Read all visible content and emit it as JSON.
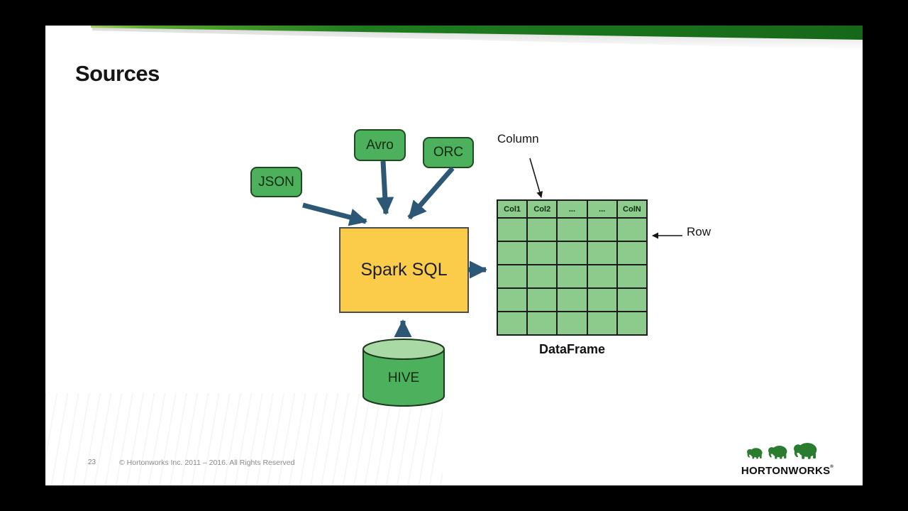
{
  "slide": {
    "title": "Sources"
  },
  "diagram": {
    "sources": [
      {
        "label": "JSON"
      },
      {
        "label": "Avro"
      },
      {
        "label": "ORC"
      }
    ],
    "processor": {
      "label": "Spark SQL"
    },
    "database": {
      "label": "HIVE",
      "shape": "cylinder"
    },
    "dataframe": {
      "label": "DataFrame",
      "columns": [
        "Col1",
        "Col2",
        "...",
        "...",
        "ColN"
      ],
      "data_rows": 5
    },
    "annotations": {
      "column_label": "Column",
      "row_label": "Row"
    }
  },
  "footer": {
    "page_number": "23",
    "copyright": "© Hortonworks Inc. 2011 – 2016. All Rights Reserved"
  },
  "logo": {
    "brand": "HORTONWORKS",
    "registered": "®",
    "icon": "three-elephants-icon"
  },
  "colors": {
    "green_box": "#4cb05c",
    "table_green": "#8dcb8c",
    "spark_yellow": "#fbcb4a",
    "arrow_blue": "#2c5876",
    "swoosh_dark": "#1e7c1f",
    "swoosh_light": "#8dc63f",
    "logo_green": "#2a7d2e"
  }
}
